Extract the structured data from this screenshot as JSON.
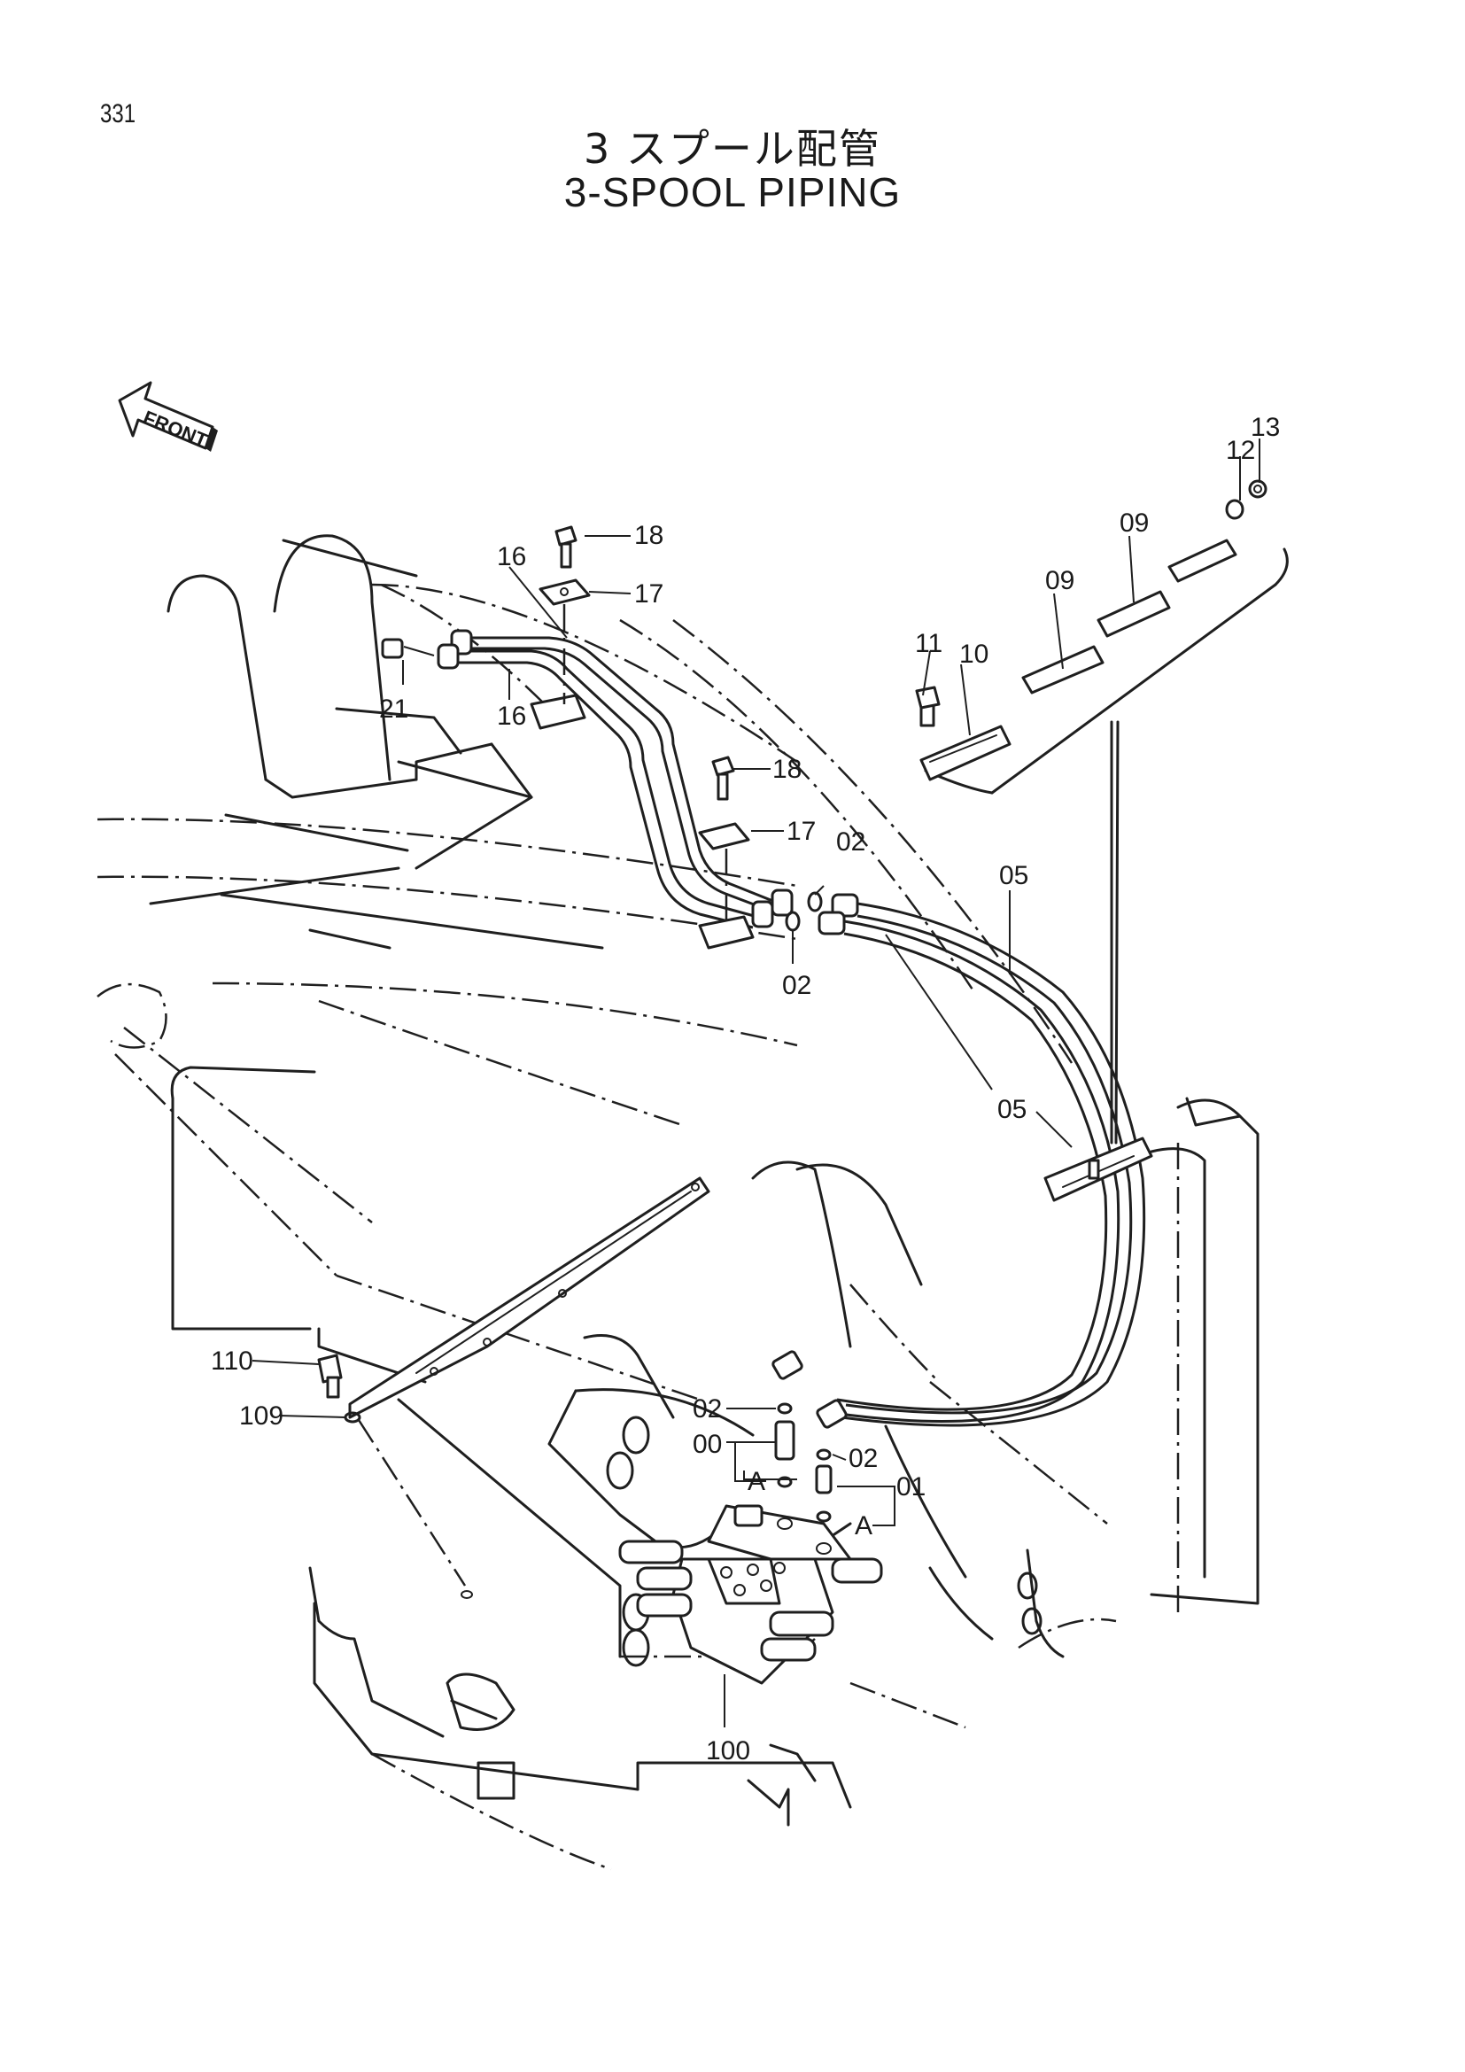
{
  "page_number": "331",
  "title_jp": "3 スプール配管",
  "title_en": "3-SPOOL PIPING",
  "front_indicator": "FRONT",
  "callouts": {
    "c00": "00",
    "c01": "01",
    "c02a": "02",
    "c02b": "02",
    "c02c": "02",
    "c02d": "02",
    "c05a": "05",
    "c05b": "05",
    "c09a": "09",
    "c09b": "09",
    "c10": "10",
    "c11": "11",
    "c12": "12",
    "c13": "13",
    "c16a": "16",
    "c16b": "16",
    "c17a": "17",
    "c17b": "17",
    "c18a": "18",
    "c18b": "18",
    "c21": "21",
    "c100": "100",
    "c109": "109",
    "c110": "110",
    "cAa": "A",
    "cAb": "A"
  }
}
